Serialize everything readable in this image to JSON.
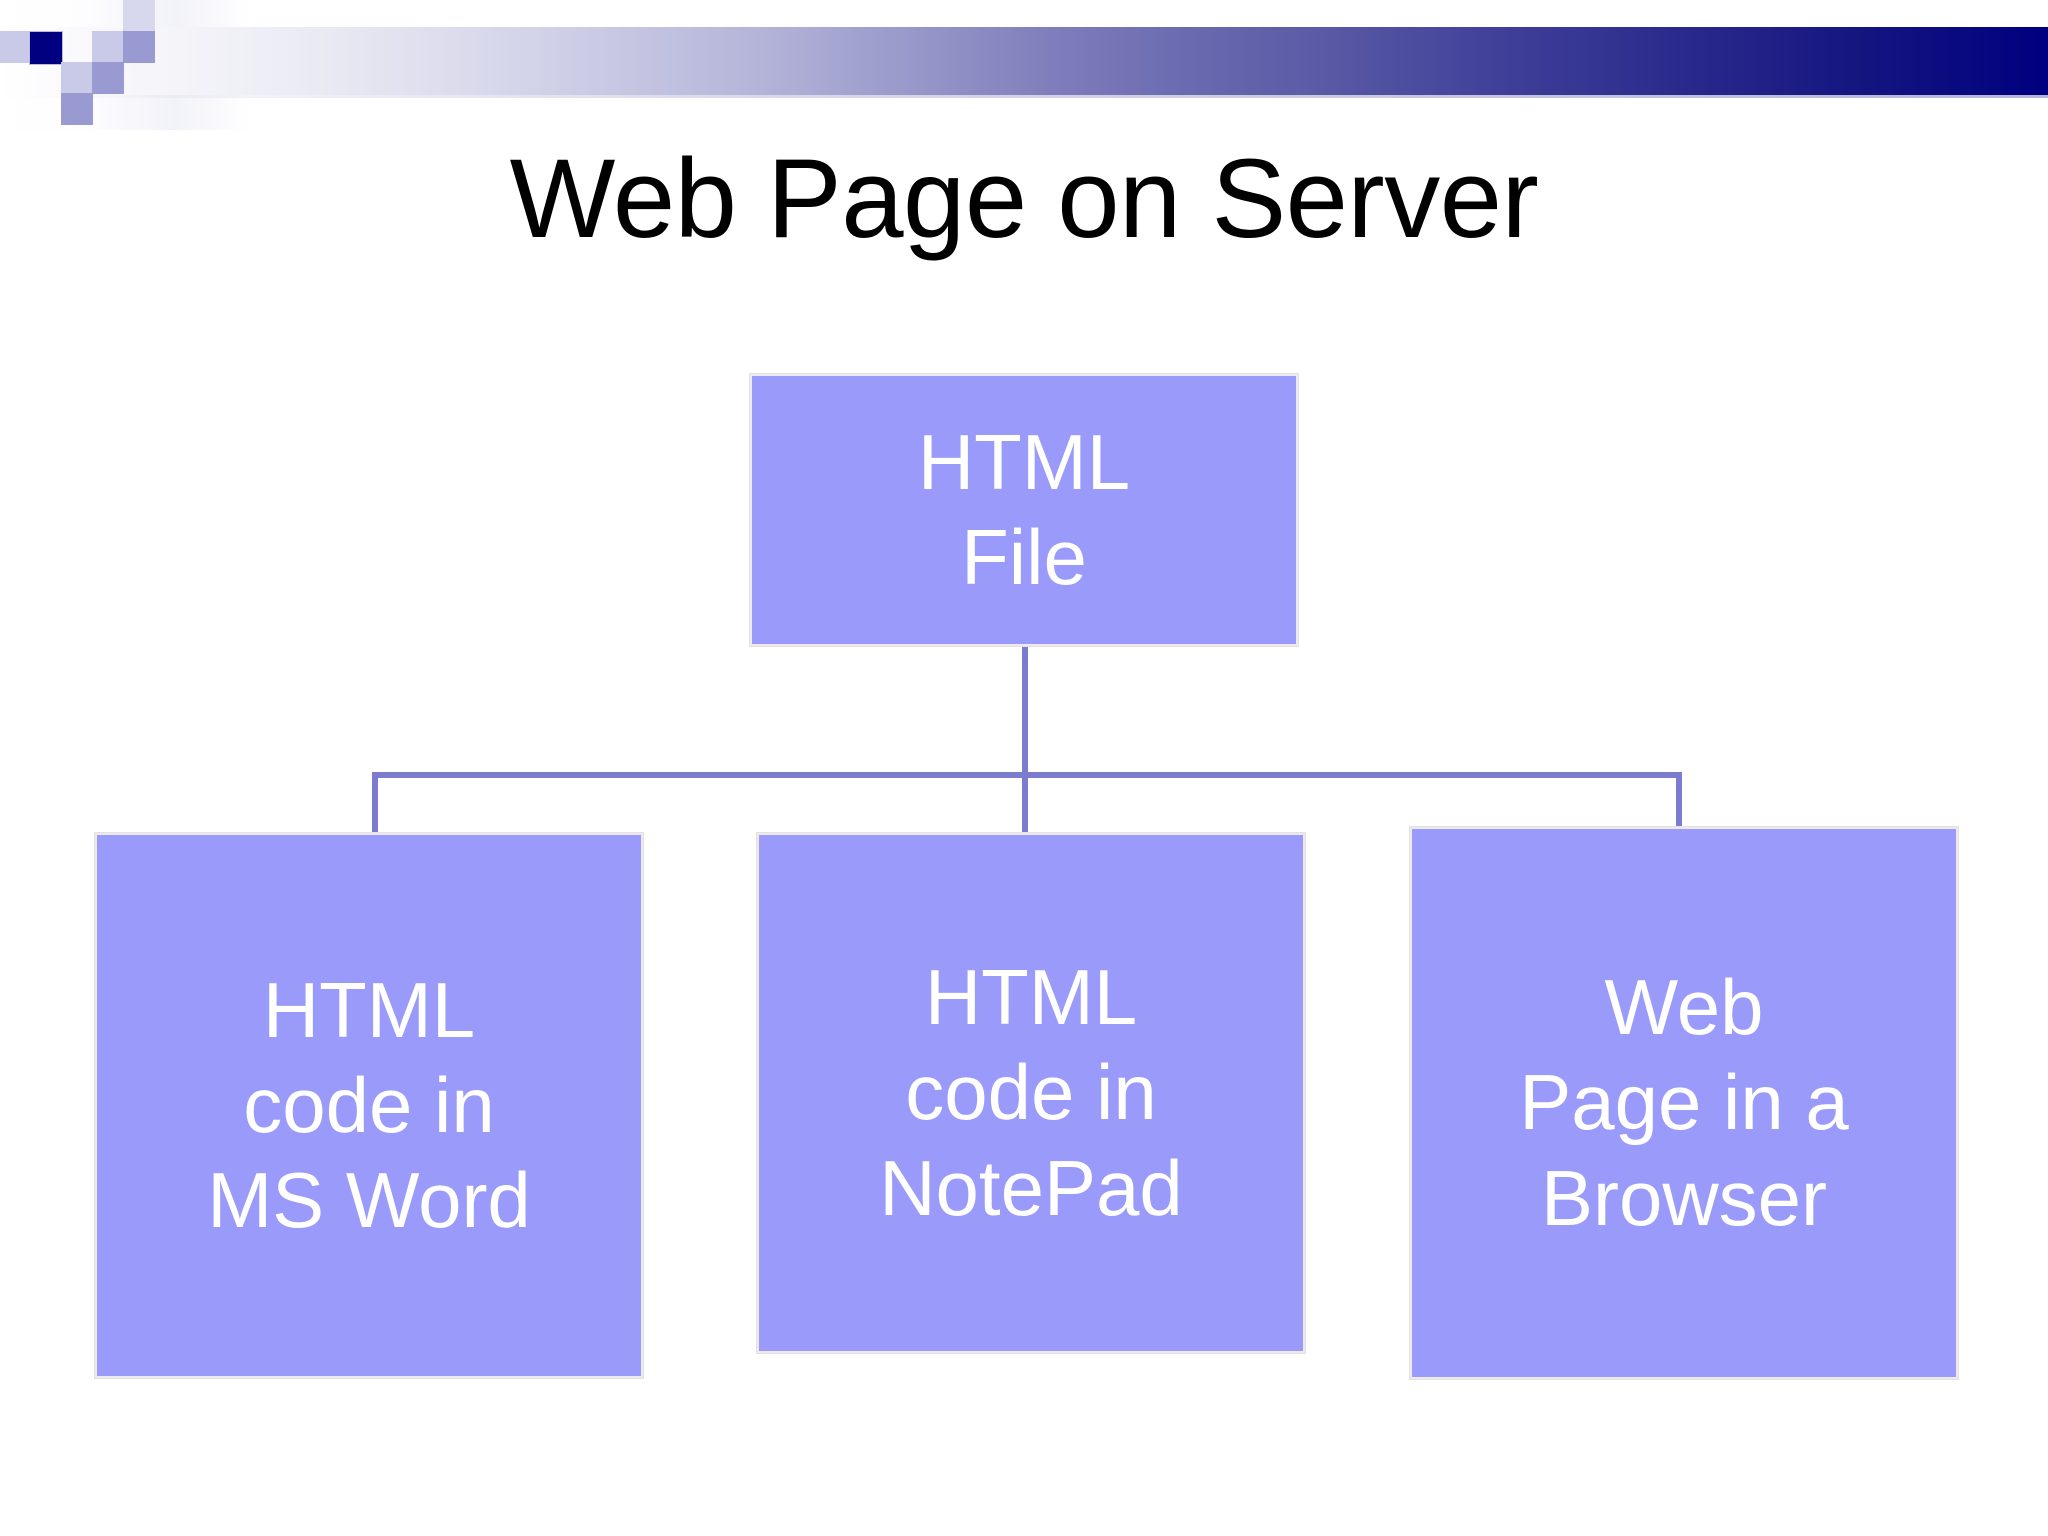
{
  "slide": {
    "title": "Web Page on Server",
    "background_color": "#ffffff"
  },
  "header": {
    "gradient_from": "#ffffff",
    "gradient_to": "#000080",
    "mosaic_accent_color": "#000080",
    "mosaic_light_color": "#c9c9e8",
    "mosaic_mid_color": "#9a9ad2",
    "mosaic_pale_color": "#d7d7ee"
  },
  "diagram": {
    "node_fill_color": "#9a9afa",
    "node_border_color": "#eceaea",
    "connector_color": "#7b7bcf",
    "text_color": "#ffffff",
    "root": {
      "id": "html-file",
      "label": "HTML\nFile"
    },
    "children": [
      {
        "id": "html-code-ms-word",
        "label": "HTML\ncode in\nMS Word"
      },
      {
        "id": "html-code-notepad",
        "label": "HTML\ncode in\nNotePad"
      },
      {
        "id": "web-page-browser",
        "label": "Web\nPage in a\nBrowser"
      }
    ]
  }
}
